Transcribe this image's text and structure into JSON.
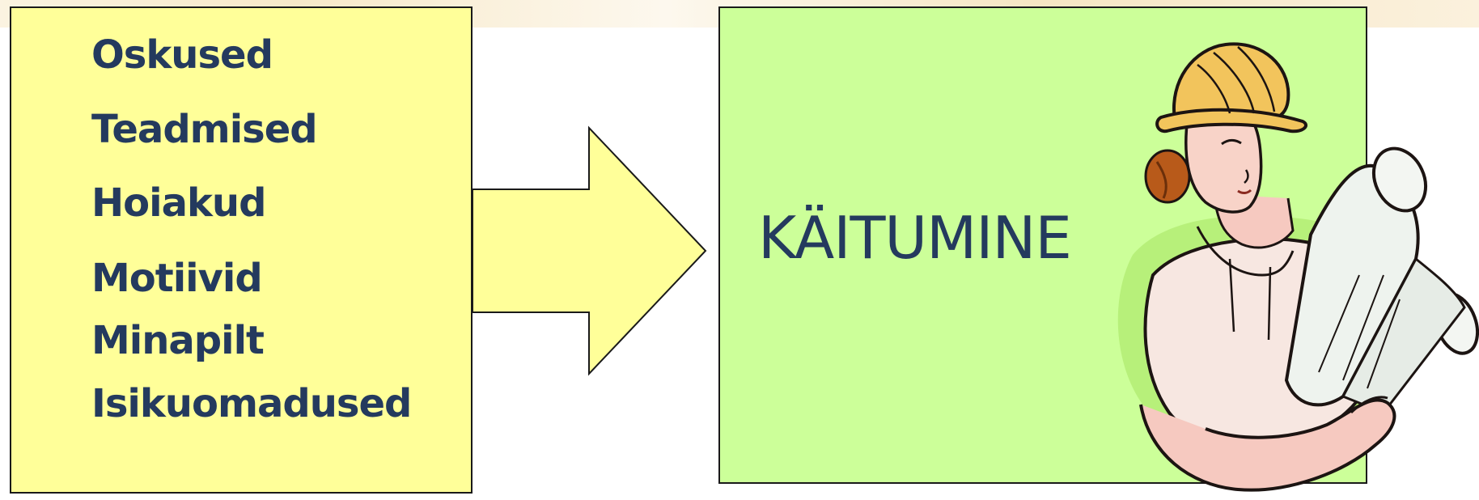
{
  "diagram": {
    "factors": [
      "Oskused",
      "Teadmised",
      "Hoiakud",
      "Motiivid",
      "Minapilt",
      "Isikuomadused"
    ],
    "outcome": "KÄITUMINE",
    "illustration": "engineer-woman-with-blueprints-icon"
  },
  "colors": {
    "factors_box": "#ffff99",
    "outcome_box": "#ccff99",
    "arrow": "#ffff99",
    "text": "#243a5e"
  }
}
